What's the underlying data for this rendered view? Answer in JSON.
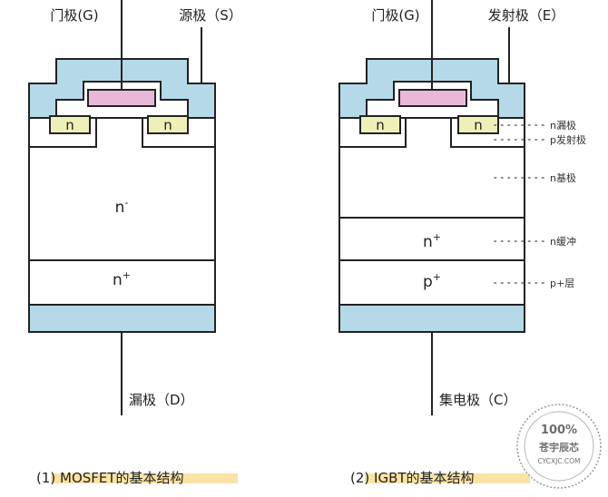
{
  "colors": {
    "metal": "#b5d9e8",
    "gate_poly": "#e9b8d9",
    "n_region": "#eef0b8",
    "stroke": "#222222",
    "caption_highlight": "#fbe3a5"
  },
  "mosfet": {
    "gate_label": "门极(G)",
    "source_label": "源极（S）",
    "n_left": "n",
    "n_right": "n",
    "drift_main": "n",
    "drift_sup": "-",
    "sub_main": "n",
    "sub_sup": "+",
    "drain_label": "漏极（D）",
    "caption": "(1) MOSFET的基本结构"
  },
  "igbt": {
    "gate_label": "门极(G)",
    "emitter_label": "发射极（E）",
    "n_left": "n",
    "n_right": "n",
    "buffer_main": "n",
    "buffer_sup": "+",
    "p_main": "p",
    "p_sup": "+",
    "collector_label": "集电极（C）",
    "caption": "(2) IGBT的基本结构",
    "annotations": {
      "n_drain": "n漏极",
      "p_emitter": "p发射极",
      "n_base": "n基极",
      "n_buffer": "n缓冲",
      "p_layer": "p+层"
    }
  },
  "watermark": {
    "percent": "100%",
    "name": "苍宇辰芯",
    "site": "CYCXJC.COM"
  }
}
